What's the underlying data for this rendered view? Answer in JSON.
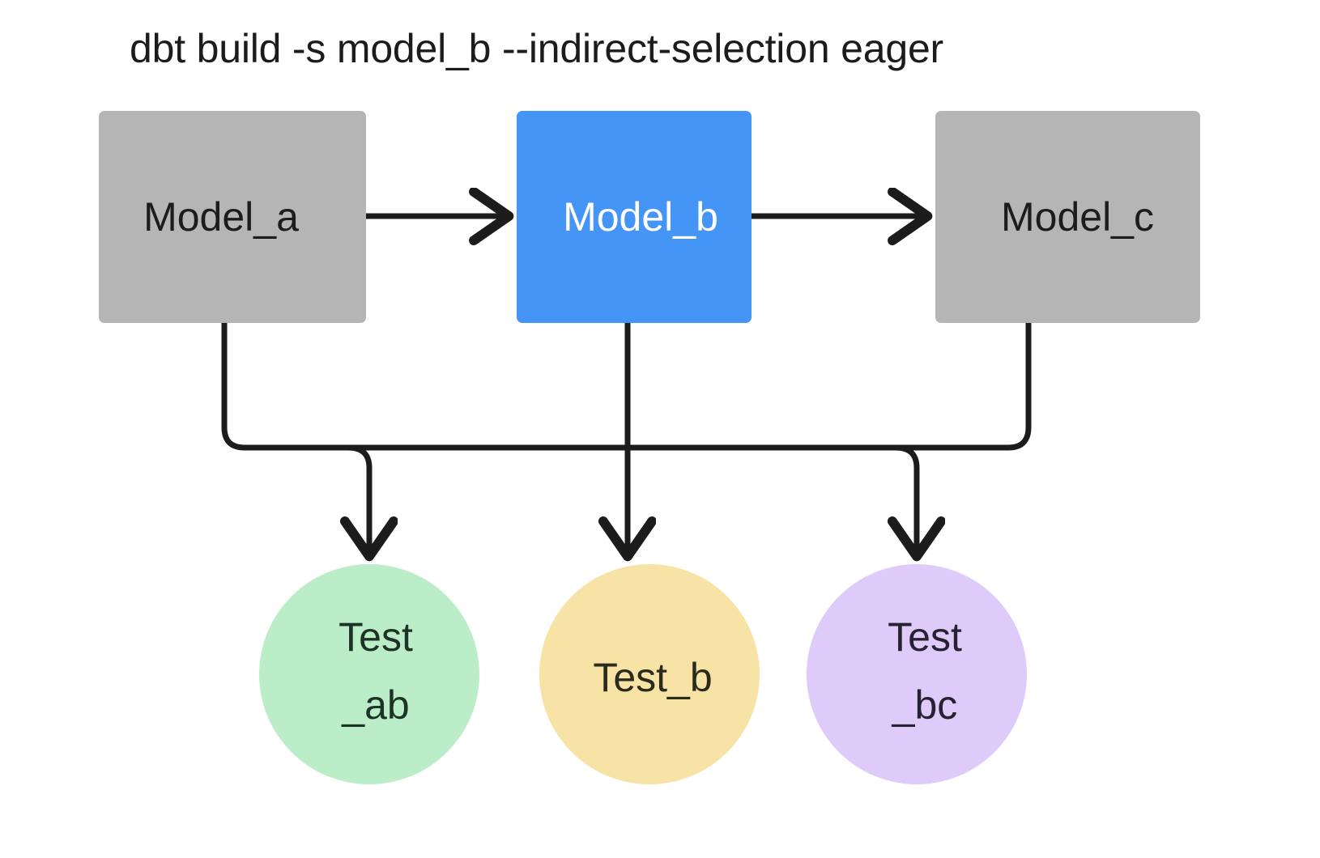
{
  "diagram": {
    "title": "dbt build -s model_b --indirect-selection eager",
    "background": "#ffffff",
    "edge_color": "#1c1c1c",
    "type": "dag-flowchart"
  },
  "models": [
    {
      "id": "model_a",
      "label": "Model_a",
      "shape": "rectangle",
      "fill": "#b5b5b5",
      "text_color": "#1c1c1c",
      "selected": false
    },
    {
      "id": "model_b",
      "label": "Model_b",
      "shape": "rectangle",
      "fill": "#4595f6",
      "text_color": "#ffffff",
      "selected": true
    },
    {
      "id": "model_c",
      "label": "Model_c",
      "shape": "rectangle",
      "fill": "#b5b5b5",
      "text_color": "#1c1c1c",
      "selected": false
    }
  ],
  "tests": [
    {
      "id": "test_ab",
      "label": "Test\n_ab",
      "shape": "circle",
      "fill": "#bbeec8",
      "text_color": "#1d3326"
    },
    {
      "id": "test_b",
      "label": "Test_b",
      "shape": "circle",
      "fill": "#f8e3a6",
      "text_color": "#2b2b1c"
    },
    {
      "id": "test_bc",
      "label": "Test\n_bc",
      "shape": "circle",
      "fill": "#decbf9",
      "text_color": "#272233"
    }
  ],
  "edges": [
    {
      "from": "model_a",
      "to": "model_b",
      "style": "straight-arrow"
    },
    {
      "from": "model_b",
      "to": "model_c",
      "style": "straight-arrow"
    },
    {
      "from": "model_a",
      "to": "test_ab",
      "style": "orthogonal-arrow"
    },
    {
      "from": "model_b",
      "to": "test_ab",
      "style": "orthogonal-arrow"
    },
    {
      "from": "model_b",
      "to": "test_b",
      "style": "straight-arrow"
    },
    {
      "from": "model_b",
      "to": "test_bc",
      "style": "orthogonal-arrow"
    },
    {
      "from": "model_c",
      "to": "test_bc",
      "style": "orthogonal-arrow"
    }
  ]
}
